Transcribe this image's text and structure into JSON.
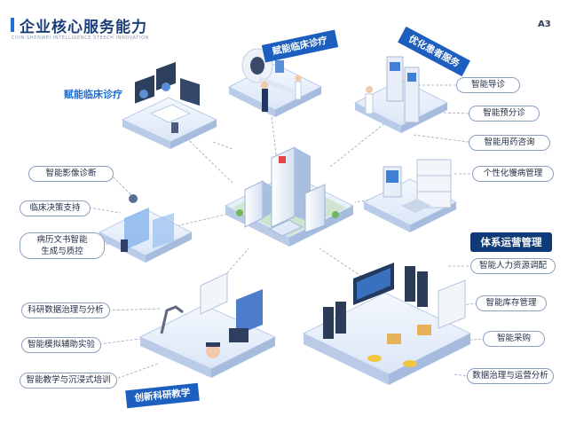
{
  "header": {
    "title": "企业核心服务能力",
    "subtitle": "CHIN SHENWEI INTELLIGENCE STEECH INNOVATION",
    "page_tag": "A3"
  },
  "clusters": {
    "clinical_left": {
      "label": "赋能临床诊疗"
    },
    "clinical_top": {
      "label": "赋能临床诊疗"
    },
    "patient": {
      "label": "优化患者服务"
    },
    "operations": {
      "label": "体系运营管理"
    },
    "research": {
      "label": "创新科研教学"
    }
  },
  "left_items": [
    {
      "label": "智能影像诊断"
    },
    {
      "label": "临床决策支持"
    },
    {
      "label": "病历文书智能\n生成与质控"
    },
    {
      "label": "科研数据治理与分析"
    },
    {
      "label": "智能模拟辅助实验"
    },
    {
      "label": "智能教学与沉浸式培训"
    }
  ],
  "right_items": [
    {
      "label": "智能导诊"
    },
    {
      "label": "智能预分诊"
    },
    {
      "label": "智能用药咨询"
    },
    {
      "label": "个性化慢病管理"
    },
    {
      "label": "智能人力资源调配"
    },
    {
      "label": "智能库存管理"
    },
    {
      "label": "智能采购"
    },
    {
      "label": "数据治理与运营分析"
    }
  ],
  "colors": {
    "accent": "#1f6fd6",
    "navy": "#0e3a78",
    "platform": "#dfe9f8",
    "platform_side": "#b9cbe6",
    "connector": "#9aa6b8"
  }
}
